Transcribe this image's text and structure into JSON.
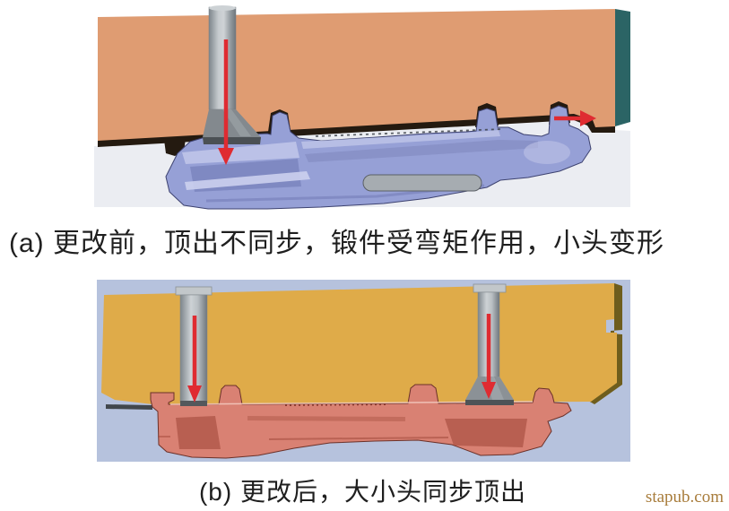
{
  "palette": {
    "page_bg": "#ffffff",
    "caption_color": "#1f1f1f",
    "arrow_red": "#df2b31",
    "fig_a_die": "#df9c72",
    "fig_a_die_edge": "#2b6465",
    "fig_a_shadow": "#241a10",
    "fig_a_forging": "#96a0d6",
    "fig_a_bg": "#ebedf2",
    "fig_b_bg": "#b6c2dd",
    "fig_b_die": "#dfab49",
    "fig_b_die_shadow": "#6e5d1d",
    "fig_b_forging": "#d98173",
    "fig_b_forging_dark": "#9c4435",
    "watermark_color": "#a87c3b"
  },
  "figure_a": {
    "caption": "(a) 更改前，顶出不同步，锻件受弯矩作用，小头变形"
  },
  "figure_b": {
    "caption": "(b) 更改后，大小头同步顶出"
  },
  "watermark": {
    "text": "stapub.com"
  }
}
